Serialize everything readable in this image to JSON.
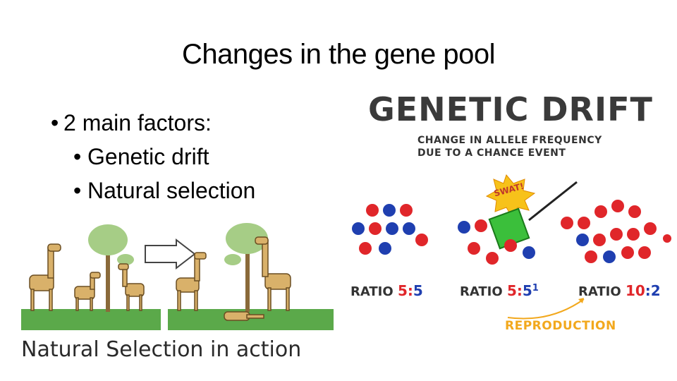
{
  "slide": {
    "title": "Changes in the gene pool",
    "bullet_main": "2 main factors:",
    "sub_bullets": [
      "Genetic drift",
      "Natural selection"
    ]
  },
  "natural_selection_image": {
    "caption": "Natural Selection in action"
  },
  "genetic_drift_image": {
    "heading": "GENETIC DRIFT",
    "subtitle_line1": "CHANGE IN ALLELE FREQUENCY",
    "subtitle_line2": "DUE TO A CHANCE EVENT",
    "swat": "SWAT!",
    "ratio_label": "RATIO",
    "ratio1_a": "5",
    "ratio1_b": "5",
    "ratio2_a": "5",
    "ratio2_b": "5",
    "ratio2_fix": "1",
    "ratio3_a": "10",
    "ratio3_b": "2",
    "reproduction": "REPRODUCTION",
    "colors": {
      "red": "#e0262a",
      "blue": "#1f3fb0",
      "orange": "#f2a81d"
    }
  }
}
